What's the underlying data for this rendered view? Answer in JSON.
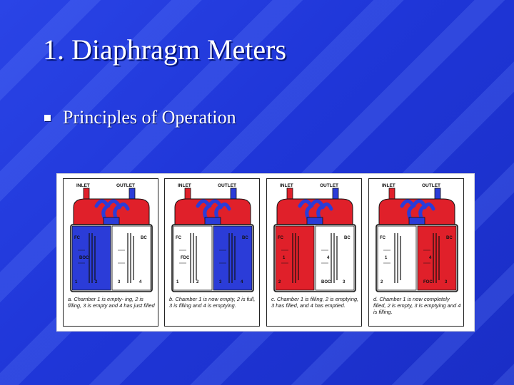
{
  "slide": {
    "title": "1. Diaphragm Meters",
    "bullet": "Principles of Operation"
  },
  "colors": {
    "background": "#1f36d8",
    "red": "#e0202a",
    "blue": "#2b3cd8",
    "white": "#ffffff"
  },
  "figure": {
    "inlet_label": "INLET",
    "outlet_label": "OUTLET",
    "panels": [
      {
        "caption": "a. Chamber 1 is empty- ing, 2 is filling, 3 is empty and 4 has just filled",
        "left_chamber": "blue",
        "right_chamber": "white",
        "left_labels": [
          "FC",
          "BOC",
          "1",
          "2"
        ],
        "right_labels": [
          "BC",
          "3",
          "4"
        ]
      },
      {
        "caption": "b. Chamber 1 is now empty, 2 is full, 3 is filling and 4 is emptying.",
        "left_chamber": "white",
        "right_chamber": "blue",
        "left_labels": [
          "FC",
          "FDC",
          "1",
          "2"
        ],
        "right_labels": [
          "BC",
          "3",
          "4"
        ]
      },
      {
        "caption": "c. Chamber 1 is filling, 2 is emptying, 3 has filled, and 4 has emptied.",
        "left_chamber": "red",
        "right_chamber": "white",
        "left_labels": [
          "FC",
          "1",
          "2"
        ],
        "right_labels": [
          "BC",
          "BOC",
          "3",
          "4"
        ]
      },
      {
        "caption": "d. Chamber 1 is now completely filled, 2 is empty, 3 is emptying and 4 is filling.",
        "left_chamber": "white",
        "right_chamber": "red",
        "left_labels": [
          "FC",
          "1",
          "2"
        ],
        "right_labels": [
          "BC",
          "FOC",
          "3",
          "4"
        ]
      }
    ]
  }
}
